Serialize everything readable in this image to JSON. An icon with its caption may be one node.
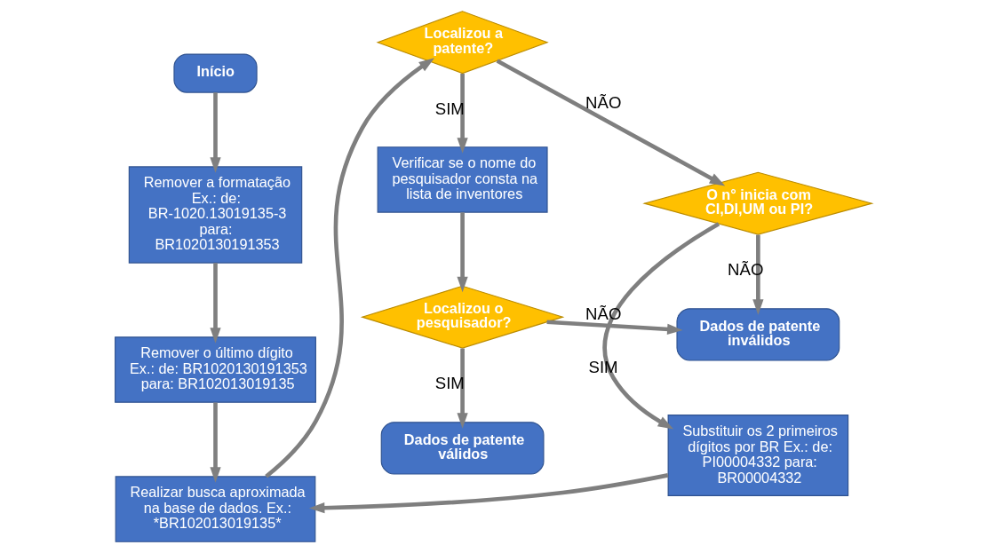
{
  "diagram": {
    "nodes": [
      {
        "text": [
          "Início"
        ]
      },
      {
        "text": [
          "Remover a formatação Ex.: de: BR-1020.13019135-3 para: BR1020130191353"
        ]
      },
      {
        "text": [
          "Remover o último dígito Ex.: de: BR1020130191353 para: BR102013019135"
        ]
      },
      {
        "text": [
          "Realizar busca aproximada na base de dados. Ex.: *BR102013019135*"
        ]
      },
      {
        "text": [
          "Localizou a patente?"
        ]
      },
      {
        "text": [
          "O n° inicia com CI,DI,UM ou PI?"
        ]
      },
      {
        "text": [
          "Verificar se o nome do pesquisador consta na lista de inventores"
        ]
      },
      {
        "text": [
          "Substituir os 2 primeiros dígitos por BR Ex.: de: PI00004332 para: BR00004332"
        ]
      },
      {
        "text": [
          "Localizou o pesquisador?"
        ]
      },
      {
        "text": [
          "Dados de patente inválidos"
        ]
      },
      {
        "text": [
          "Dados de patente válidos"
        ]
      }
    ],
    "edges": [
      {
        "from": 0,
        "to": 1,
        "arrow": "to"
      },
      {
        "from": 1,
        "to": 2,
        "arrow": "to"
      },
      {
        "from": 2,
        "to": 3,
        "arrow": "to"
      },
      {
        "from": 3,
        "to": 4,
        "arrow": "to"
      },
      {
        "from": 4,
        "to": 5,
        "arrow": "to",
        "label": "NÃO"
      },
      {
        "from": 4,
        "to": 6,
        "arrow": "to",
        "label": "SIM"
      },
      {
        "from": 5,
        "to": 7,
        "arrow": "to",
        "label": "SIM"
      },
      {
        "from": 5,
        "to": 9,
        "arrow": "to",
        "label": "NÃO"
      },
      {
        "from": 7,
        "to": 3,
        "arrow": "to"
      },
      {
        "from": 6,
        "to": 8,
        "arrow": "to"
      },
      {
        "from": 8,
        "to": 9,
        "arrow": "to",
        "label": "NÃO"
      },
      {
        "from": 8,
        "to": 10,
        "arrow": "to",
        "label": "SIM"
      }
    ]
  }
}
